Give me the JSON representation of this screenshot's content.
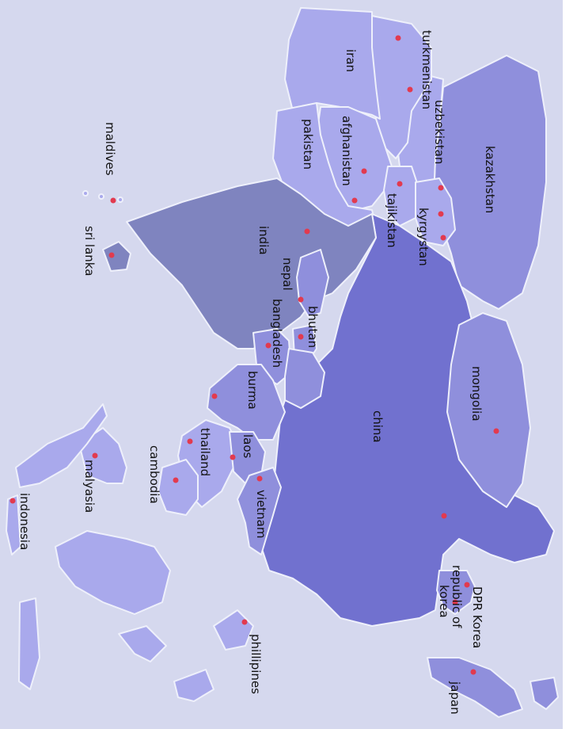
{
  "colors": {
    "sea": "#d5d8ee",
    "land_light": "#a9a9ec",
    "land_mid": "#8f8fdc",
    "land_dark": "#7171cf",
    "india": "#7f84bf",
    "capital": "#e23a4f"
  },
  "countries": [
    {
      "key": "iran",
      "label": "iran"
    },
    {
      "key": "turkmenistan",
      "label": "turkmenistan"
    },
    {
      "key": "uzbekistan",
      "label": "uzbekistan"
    },
    {
      "key": "kazakhstan",
      "label": "kazakhstan"
    },
    {
      "key": "afghanistan",
      "label": "afghanistan"
    },
    {
      "key": "pakistan",
      "label": "pakistan"
    },
    {
      "key": "tajikistan",
      "label": "tajikistan"
    },
    {
      "key": "kyrgystan",
      "label": "kyrgystan"
    },
    {
      "key": "maldives",
      "label": "maldives"
    },
    {
      "key": "sri_lanka",
      "label": "sri lanka"
    },
    {
      "key": "india",
      "label": "india"
    },
    {
      "key": "nepal",
      "label": "nepal"
    },
    {
      "key": "bhutan",
      "label": "bhutan"
    },
    {
      "key": "bangladesh",
      "label": "bangladesh"
    },
    {
      "key": "china",
      "label": "china"
    },
    {
      "key": "mongolia",
      "label": "mongolia"
    },
    {
      "key": "burma",
      "label": "burma"
    },
    {
      "key": "thailand",
      "label": "thailand"
    },
    {
      "key": "laos",
      "label": "laos"
    },
    {
      "key": "cambodia",
      "label": "cambodia"
    },
    {
      "key": "vietnam",
      "label": "vietnam"
    },
    {
      "key": "malaysia",
      "label": "malyasia"
    },
    {
      "key": "indonesia",
      "label": "indonesia"
    },
    {
      "key": "phillipines",
      "label": "phillipines"
    },
    {
      "key": "dpr_korea",
      "label": "DPR Korea"
    },
    {
      "key": "rok_line1",
      "label": "republic of"
    },
    {
      "key": "rok_line2",
      "label": "korea"
    },
    {
      "key": "japan",
      "label": "japan"
    }
  ]
}
